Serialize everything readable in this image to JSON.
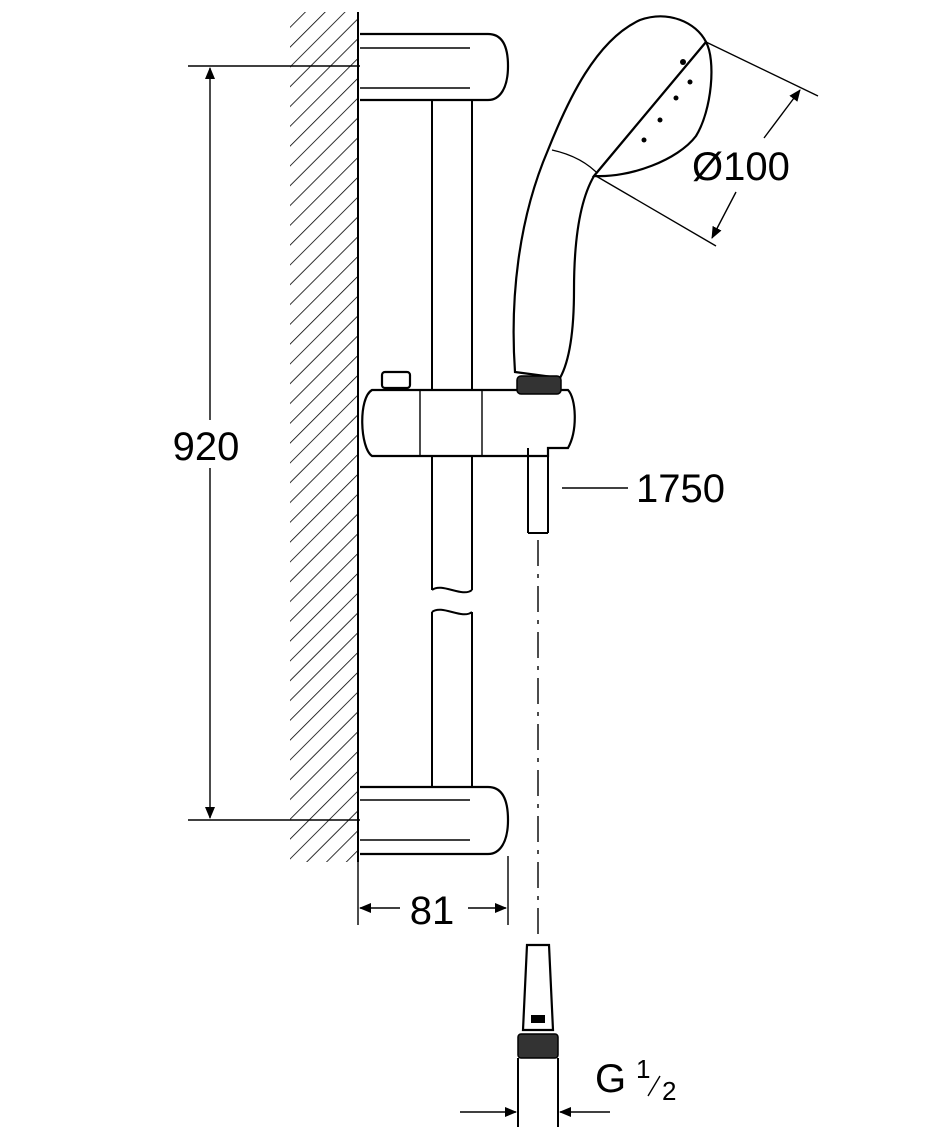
{
  "dimensions": {
    "height": "920",
    "projection": "81",
    "hose_length": "1750",
    "head_diameter": "Ø100",
    "thread_g": "G",
    "thread_num": "1",
    "thread_den": "2"
  }
}
